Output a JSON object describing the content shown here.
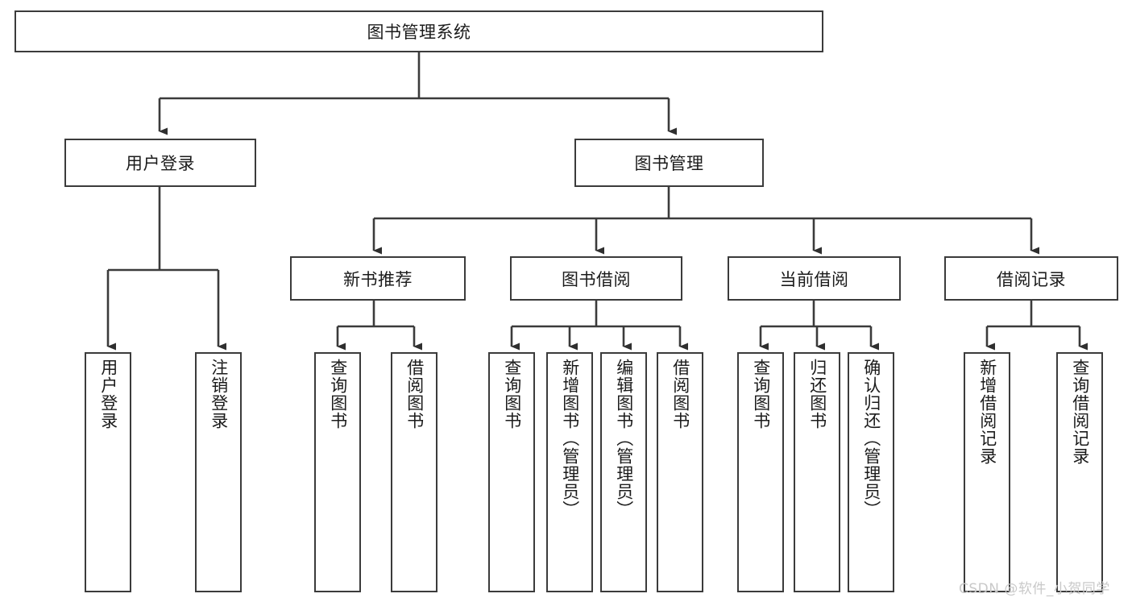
{
  "diagram": {
    "type": "tree-hierarchy",
    "title": "图书管理系统",
    "orientation": "top-down",
    "edge_color": "#3b3b3b",
    "node_border_color": "#3b3b3b",
    "node_fill_color": "#ffffff",
    "text_color": "#1b1b1b"
  },
  "nodes": {
    "root": {
      "label": "图书管理系统",
      "level": 0,
      "orientation": "horizontal"
    },
    "level1": [
      {
        "id": "user-login",
        "label": "用户登录",
        "orientation": "horizontal"
      },
      {
        "id": "book-management",
        "label": "图书管理",
        "orientation": "horizontal"
      }
    ],
    "level2": [
      {
        "id": "new-book-recommend",
        "label": "新书推荐",
        "orientation": "horizontal"
      },
      {
        "id": "book-borrow",
        "label": "图书借阅",
        "orientation": "horizontal"
      },
      {
        "id": "current-borrow",
        "label": "当前借阅",
        "orientation": "horizontal"
      },
      {
        "id": "borrow-record",
        "label": "借阅记录",
        "orientation": "horizontal"
      }
    ],
    "leaves": {
      "user-login": [
        {
          "id": "leaf-user-login",
          "label": "用户登录",
          "orientation": "vertical"
        },
        {
          "id": "leaf-logout-login",
          "label": "注销登录",
          "orientation": "vertical"
        }
      ],
      "new-book-recommend": [
        {
          "id": "leaf-query-book-1",
          "label": "查询图书",
          "orientation": "vertical"
        },
        {
          "id": "leaf-borrow-book-1",
          "label": "借阅图书",
          "orientation": "vertical"
        }
      ],
      "book-borrow": [
        {
          "id": "leaf-query-book-2",
          "label": "查询图书",
          "orientation": "vertical"
        },
        {
          "id": "leaf-add-book",
          "label": "新增图书（管理员）",
          "orientation": "vertical"
        },
        {
          "id": "leaf-edit-book",
          "label": "编辑图书（管理员）",
          "orientation": "vertical"
        },
        {
          "id": "leaf-borrow-book-2",
          "label": "借阅图书",
          "orientation": "vertical"
        }
      ],
      "current-borrow": [
        {
          "id": "leaf-query-book-3",
          "label": "查询图书",
          "orientation": "vertical"
        },
        {
          "id": "leaf-return-book",
          "label": "归还图书",
          "orientation": "vertical"
        },
        {
          "id": "leaf-confirm-return",
          "label": "确认归还（管理员）",
          "orientation": "vertical"
        }
      ],
      "borrow-record": [
        {
          "id": "leaf-add-record",
          "label": "新增借阅记录",
          "orientation": "vertical"
        },
        {
          "id": "leaf-query-record",
          "label": "查询借阅记录",
          "orientation": "vertical"
        }
      ]
    }
  },
  "watermark": {
    "text": "CSDN @软件_小贺同学",
    "color": "#c9c9c9"
  }
}
